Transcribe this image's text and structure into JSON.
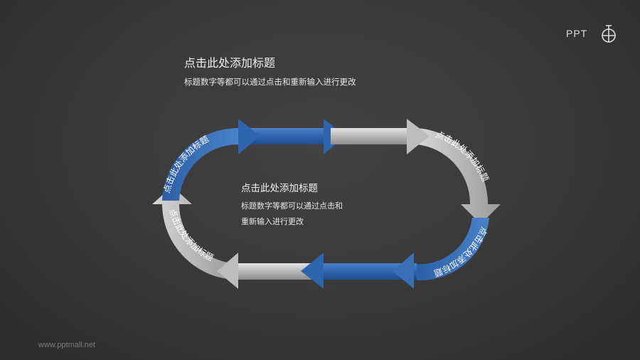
{
  "header": {
    "title": "点击此处添加标题",
    "subtitle": "标题数字等都可以通过点击和重新输入进行更改"
  },
  "center": {
    "title": "点击此处添加标题",
    "body_line1": "标题数字等都可以通过点击和",
    "body_line2": "重新输入进行更改"
  },
  "cycle": {
    "segments": [
      {
        "label": "点击此处添加标题",
        "color": "blue"
      },
      {
        "label": "点击此处添加标题",
        "color": "gray"
      },
      {
        "label": "点击此处添加标题",
        "color": "blue"
      },
      {
        "label": "点击此处添加标题",
        "color": "gray"
      }
    ]
  },
  "colors": {
    "background": "#3a3a3a",
    "blue_accent": "#3f74b9",
    "gray_accent": "#bdbdbd"
  },
  "logo": {
    "text": "PPT"
  },
  "footer": {
    "url": "www.pptmall.net"
  }
}
